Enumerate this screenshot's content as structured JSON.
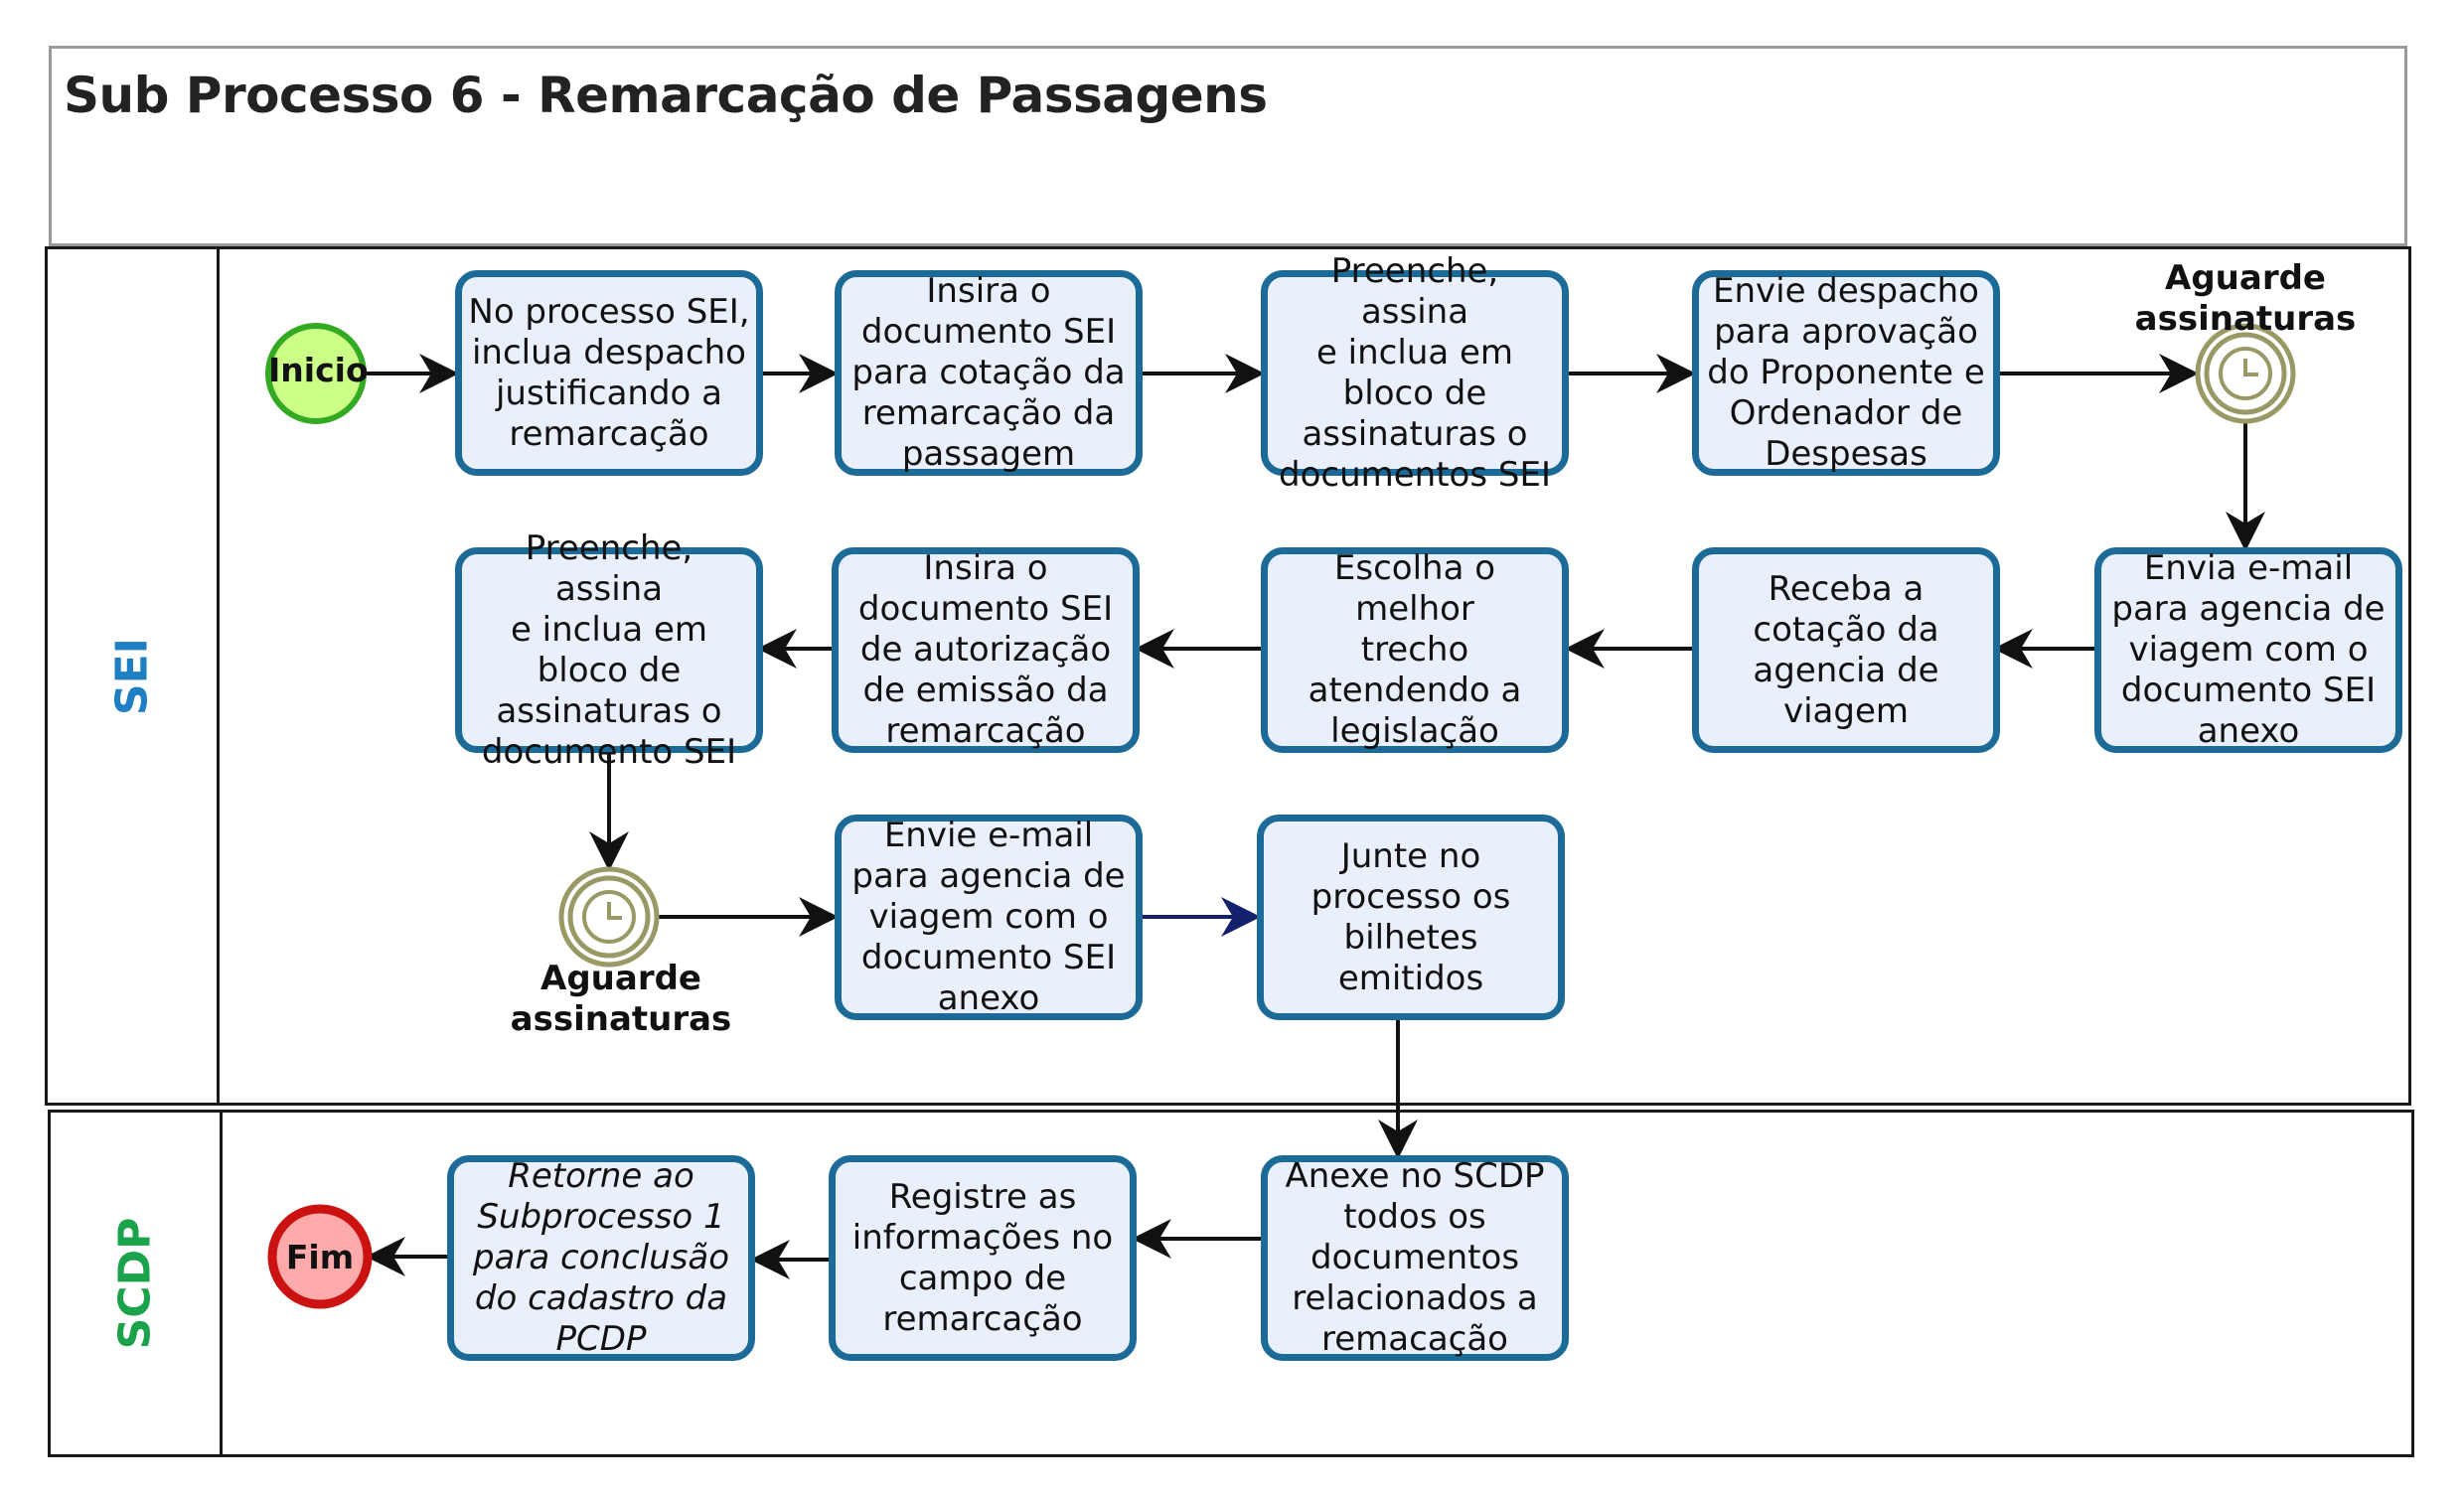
{
  "title": "Sub Processo 6 - Remarcação de Passagens",
  "lanes": {
    "sei": {
      "label": "SEI",
      "color": "#1f7fc4"
    },
    "scdp": {
      "label": "SCDP",
      "color": "#1aa34a"
    }
  },
  "events": {
    "start": "Inicio",
    "end": "Fim",
    "wait1": "Aguarde\nassinaturas",
    "wait2": "Aguarde\nassinaturas"
  },
  "tasks": {
    "t1": "No processo SEI,\ninclua despacho\njustificando a\nremarcação",
    "t2": "Insira o\ndocumento SEI\npara cotação da\nremarcação da\npassagem",
    "t3": "Preenche, assina\ne inclua em\nbloco de\nassinaturas o\ndocumentos SEI",
    "t4": "Envie despacho\npara aprovação\ndo Proponente e\nOrdenador de\nDespesas",
    "t5": "Envia e-mail\npara agencia de\nviagem com o\ndocumento SEI\nanexo",
    "t6": "Receba a\ncotação da\nagencia de\nviagem",
    "t7": "Escolha o melhor\ntrecho\natendendo a\nlegislação",
    "t8": "Insira o\ndocumento SEI\nde autorização\nde emissão da\nremarcação",
    "t9": "Preenche, assina\ne inclua em\nbloco de\nassinaturas o\ndocumento SEI",
    "t10": "Envie e-mail\npara agencia de\nviagem com o\ndocumento SEI\nanexo",
    "t11": "Junte no\nprocesso os\nbilhetes emitidos",
    "t12": "Anexe no SCDP\ntodos os\ndocumentos\nrelacionados a\nremacação",
    "t13": "Registre as\ninformações no\ncampo de\nremarcação",
    "t14": "Retorne ao\nSubprocesso 1\npara conclusão\ndo cadastro da\nPCDP"
  },
  "colors": {
    "task_border": "#1b6a97",
    "task_fill": "#eaf0fb",
    "start_fill": "#ccff88",
    "start_border": "#33aa22",
    "end_fill": "#ffaaaa",
    "end_border": "#cc1111",
    "timer": "#999966"
  }
}
